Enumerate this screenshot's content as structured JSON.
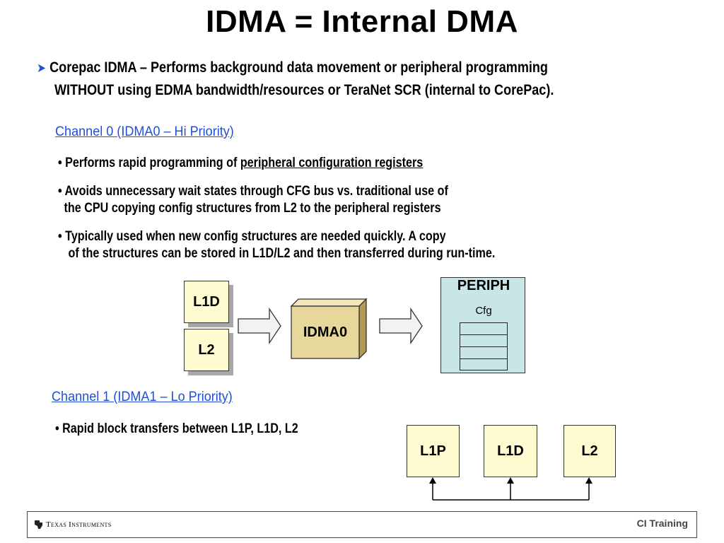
{
  "title": "IDMA = Internal DMA",
  "intro": {
    "line1": "Corepac IDMA – Performs background data movement or peripheral programming",
    "line2": "WITHOUT using EDMA bandwidth/resources or TeraNet SCR (internal to CorePac)."
  },
  "channel0": {
    "heading": "Channel 0 (IDMA0 – Hi Priority)",
    "bullet1_prefix": "Performs rapid programming of ",
    "bullet1_underlined": "peripheral configuration registers",
    "bullet2_line1": "Avoids unnecessary wait states through CFG bus vs. traditional use of",
    "bullet2_line2": "the CPU copying config structures from L2 to the peripheral registers",
    "bullet3_line1": "Typically used when new config structures are needed quickly. A copy",
    "bullet3_line2": "of the structures can be stored in L1D/L2 and then transferred during run-time."
  },
  "diagram0": {
    "source_top": "L1D",
    "source_bottom": "L2",
    "engine": "IDMA0",
    "periph_title": "PERIPH",
    "periph_sub": "Cfg"
  },
  "channel1": {
    "heading": "Channel 1 (IDMA1 – Lo Priority)",
    "bullet1": "Rapid block transfers between L1P, L1D, L2"
  },
  "diagram1": {
    "boxes": [
      "L1P",
      "L1D",
      "L2"
    ]
  },
  "footer": {
    "company": "Texas Instruments",
    "right_label": "CI Training"
  },
  "colors": {
    "heading_blue": "#1f4fd6",
    "box_fill": "#fdfbcf",
    "engine_fill": "#e8d79b",
    "periph_fill": "#c8e6e6"
  }
}
